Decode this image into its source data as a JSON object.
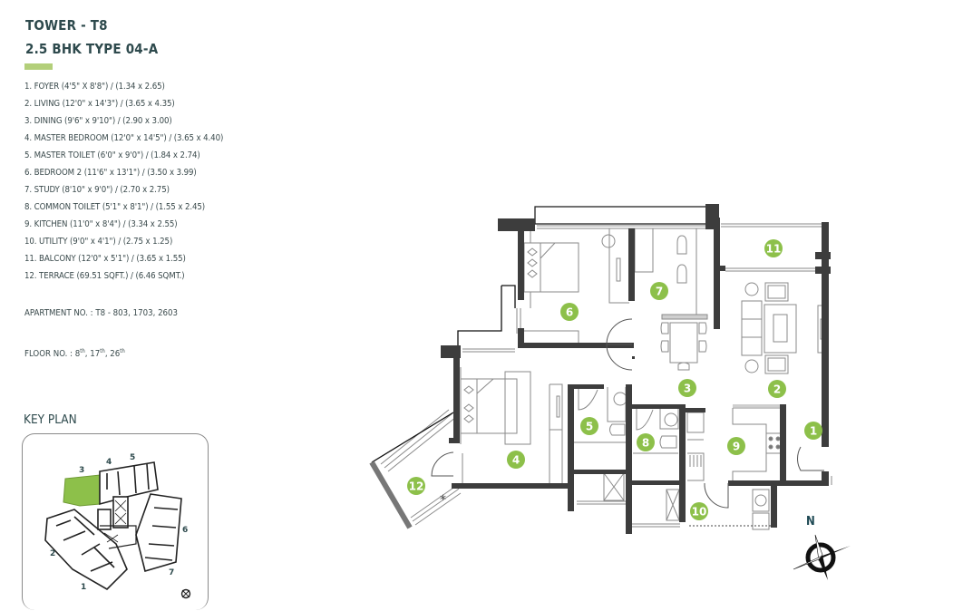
{
  "header": {
    "tower": "TOWER - T8",
    "unit_type": "2.5 BHK  TYPE 04-A",
    "accent_color": "#b3cf7a"
  },
  "rooms": [
    {
      "no": "1",
      "label": "1. FOYER (4'5\" X 8'8\") / (1.34 x 2.65)"
    },
    {
      "no": "2",
      "label": "2. LIVING (12'0\" x 14'3\")  / (3.65 x 4.35)"
    },
    {
      "no": "3",
      "label": "3. DINING (9'6\" x 9'10\") / (2.90 x 3.00)"
    },
    {
      "no": "4",
      "label": "4. MASTER BEDROOM (12'0\" x 14'5\") / (3.65 x 4.40)"
    },
    {
      "no": "5",
      "label": "5. MASTER TOILET (6'0\" x 9'0\") / (1.84 x 2.74)"
    },
    {
      "no": "6",
      "label": "6. BEDROOM 2 (11'6\" x 13'1\") / (3.50 x 3.99)"
    },
    {
      "no": "7",
      "label": "7. STUDY (8'10\" x 9'0\") / (2.70 x 2.75)"
    },
    {
      "no": "8",
      "label": "8. COMMON TOILET (5'1\" x 8'1\") / (1.55 x 2.45)"
    },
    {
      "no": "9",
      "label": "9. KITCHEN (11'0\" x 8'4\") / (3.34 x 2.55)"
    },
    {
      "no": "10",
      "label": "10. UTILITY (9'0\" x 4'1\") / (2.75 x 1.25)"
    },
    {
      "no": "11",
      "label": "11. BALCONY (12'0\" x 5'1\") / (3.65 x 1.55)"
    },
    {
      "no": "12",
      "label": "12. TERRACE (69.51 SQFT.) / (6.46 SQMT.)"
    }
  ],
  "apartment": {
    "label": "APARTMENT NO. : T8 - 803, 1703, 2603"
  },
  "floor": {
    "prefix": "FLOOR NO. : ",
    "floors": [
      {
        "num": "8",
        "suffix": "th"
      },
      {
        "num": "17",
        "suffix": "th"
      },
      {
        "num": "26",
        "suffix": "th"
      }
    ]
  },
  "key_plan": {
    "title": "KEY PLAN",
    "highlighted_unit": "3",
    "unit_labels": [
      "1",
      "2",
      "3",
      "4",
      "5",
      "6",
      "7"
    ],
    "highlight_color": "#8dc04a"
  },
  "floor_plan": {
    "marker_color": "#8dc04a",
    "wall_color": "#3d3d3d",
    "markers": [
      "1",
      "2",
      "3",
      "4",
      "5",
      "6",
      "7",
      "8",
      "9",
      "10",
      "11",
      "12"
    ],
    "terrace_symbol": "*"
  },
  "compass": {
    "north_label": "N"
  }
}
